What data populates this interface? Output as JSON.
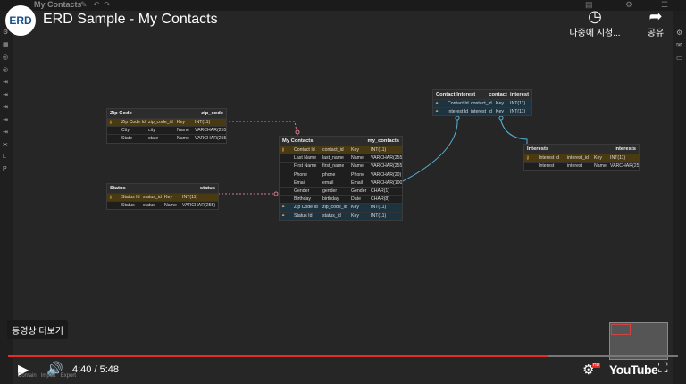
{
  "app": {
    "tab_title": "My Contacts"
  },
  "video": {
    "title": "ERD Sample - My Contacts",
    "channel_logo_text": "ERD",
    "watch_later_label": "나중에 시청...",
    "share_label": "공유",
    "more_videos_label": "동영상 더보기",
    "time_current": "4:40",
    "time_total": "5:48",
    "progress": 0.805,
    "brand": "YouTube",
    "hd_badge": "HD"
  },
  "footer": {
    "domain": "Domain",
    "import": "Import",
    "export": "Export"
  },
  "tables": {
    "zipcode": {
      "name": "Zip Code",
      "physical": "zip_code",
      "rows": [
        {
          "badge": "Key",
          "cols": [
            "Zip Code Id",
            "zip_code_id",
            "Key",
            "INT(11)"
          ]
        },
        {
          "badge": "",
          "cols": [
            "City",
            "city",
            "Name",
            "VARCHAR(255)"
          ]
        },
        {
          "badge": "",
          "cols": [
            "State",
            "state",
            "Name",
            "VARCHAR(255)"
          ]
        }
      ]
    },
    "status": {
      "name": "Status",
      "physical": "status",
      "rows": [
        {
          "badge": "Key",
          "cols": [
            "Status Id",
            "status_id",
            "Key",
            "INT(11)"
          ]
        },
        {
          "badge": "",
          "cols": [
            "Status",
            "status",
            "Name",
            "VARCHAR(255)"
          ]
        }
      ]
    },
    "mycontacts": {
      "name": "My Contacts",
      "physical": "my_contacts",
      "rows": [
        {
          "badge": "Key",
          "cols": [
            "Contact Id",
            "contact_id",
            "Key",
            "INT(11)"
          ]
        },
        {
          "badge": "",
          "cols": [
            "Last Name",
            "last_name",
            "Name",
            "VARCHAR(255)"
          ]
        },
        {
          "badge": "",
          "cols": [
            "First Name",
            "first_name",
            "Name",
            "VARCHAR(255)"
          ]
        },
        {
          "badge": "",
          "cols": [
            "Phone",
            "phone",
            "Phone",
            "VARCHAR(20)"
          ]
        },
        {
          "badge": "",
          "cols": [
            "Email",
            "email",
            "Email",
            "VARCHAR(100)"
          ]
        },
        {
          "badge": "",
          "cols": [
            "Gender",
            "gender",
            "Gender",
            "CHAR(1)"
          ]
        },
        {
          "badge": "",
          "cols": [
            "Birthday",
            "birthday",
            "Date",
            "CHAR(8)"
          ]
        },
        {
          "badge": "FK",
          "cols": [
            "Zip Code Id",
            "zip_code_id",
            "Key",
            "INT(11)"
          ]
        },
        {
          "badge": "FK",
          "cols": [
            "Status Id",
            "status_id",
            "Key",
            "INT(11)"
          ]
        }
      ]
    },
    "contactinterest": {
      "name": "Contact Interest",
      "physical": "contact_interest",
      "rows": [
        {
          "badge": "FK",
          "cols": [
            "Contact Id",
            "contact_id",
            "Key",
            "INT(11)"
          ]
        },
        {
          "badge": "FK",
          "cols": [
            "Interest Id",
            "interest_id",
            "Key",
            "INT(11)"
          ]
        }
      ]
    },
    "interests": {
      "name": "Interests",
      "physical": "interests",
      "rows": [
        {
          "badge": "Key",
          "cols": [
            "Interest Id",
            "interest_id",
            "Key",
            "INT(11)"
          ]
        },
        {
          "badge": "",
          "cols": [
            "Interest",
            "interest",
            "Name",
            "VARCHAR(255)"
          ]
        }
      ]
    }
  }
}
